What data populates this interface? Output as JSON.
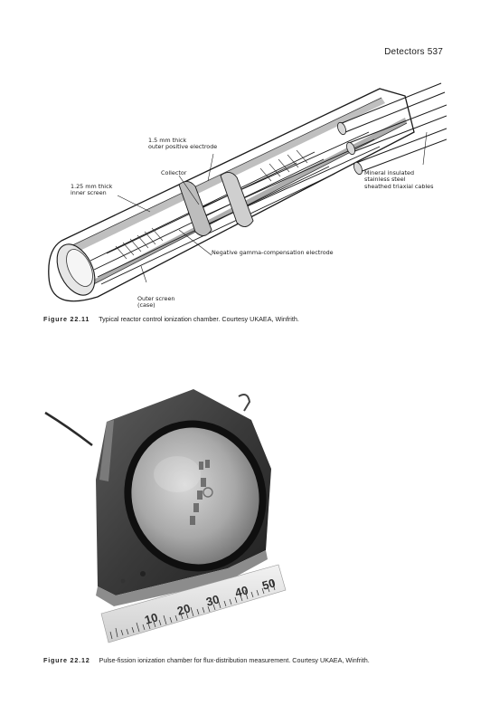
{
  "header": {
    "text": "Detectors  537"
  },
  "figure1": {
    "labels": {
      "outer_electrode_1": "1.5 mm thick",
      "outer_electrode_2": "outer positive electrode",
      "collector": "Collector",
      "inner_screen_1": "1.25 mm thick",
      "inner_screen_2": "inner screen",
      "cables_1": "Mineral insulated",
      "cables_2": "stainless steel",
      "cables_3": "sheathed triaxial cables",
      "gamma": "Negative gamma-compensation electrode",
      "outer_screen_1": "Outer screen",
      "outer_screen_2": "(case)"
    },
    "caption_num": "Figure 22.11",
    "caption_text": "Typical reactor control ionization chamber. Courtesy UKAEA, Winfrith."
  },
  "figure2": {
    "ruler_numbers": [
      "10",
      "20",
      "30",
      "40",
      "50"
    ],
    "caption_num": "Figure 22.12",
    "caption_text": "Pulse-fission ionization chamber for flux-distribution measurement. Courtesy UKAEA, Winfrith."
  }
}
